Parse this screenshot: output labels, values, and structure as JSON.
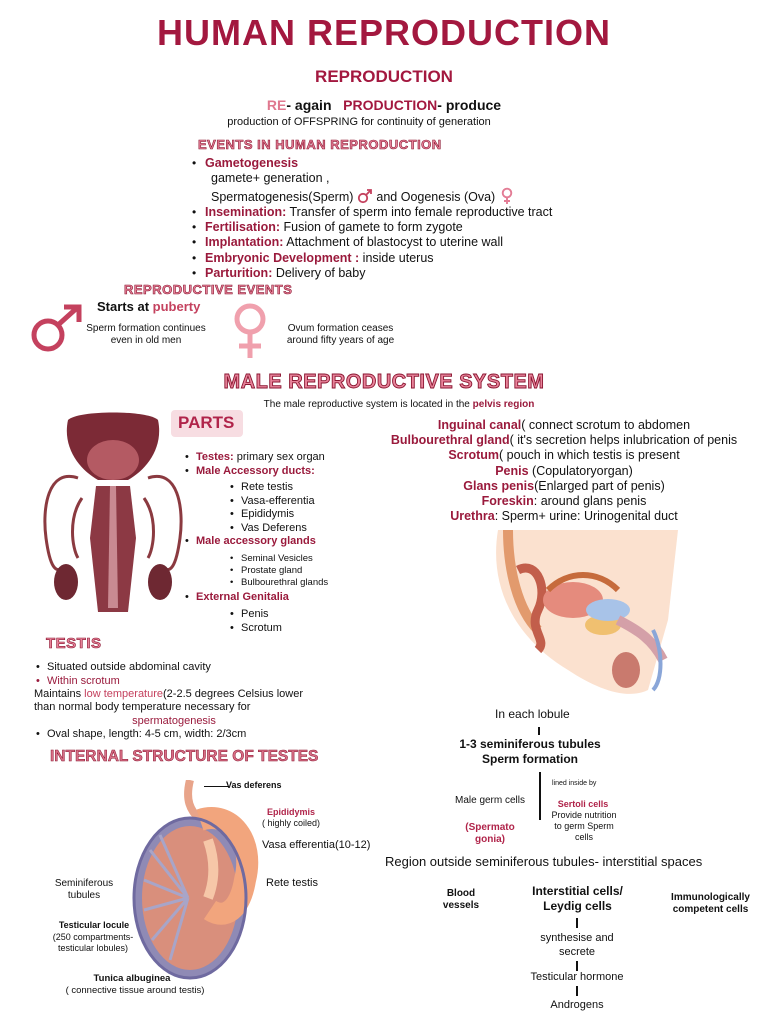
{
  "title": "HUMAN REPRODUCTION",
  "reproduction": {
    "heading": "REPRODUCTION",
    "re": "RE",
    "re_meaning": "- again",
    "production": "PRODUCTION",
    "production_meaning": "- produce",
    "definition": "production of OFFSPRING for continuity of generation"
  },
  "events": {
    "heading": "EVENTS IN HUMAN REPRODUCTION",
    "gametogenesis": "Gametogenesis",
    "gamete_line": "gamete+ generation ,",
    "sperm_line": "Spermatogenesis(Sperm)",
    "oogenesis_line": "and Oogenesis (Ova)",
    "items": [
      {
        "term": "Insemination:",
        "desc": " Transfer of sperm into female reproductive tract"
      },
      {
        "term": "Fertilisation:",
        "desc": " Fusion of gamete to form zygote"
      },
      {
        "term": "Implantation:",
        "desc": " Attachment of blastocyst to uterine wall"
      },
      {
        "term": "Embryonic Development :",
        "desc": " inside uterus"
      },
      {
        "term": "Parturition:",
        "desc": " Delivery of baby"
      }
    ]
  },
  "repro_events": {
    "heading": "REPRODUCTIVE EVENTS",
    "starts_at": "Starts at",
    "puberty": "puberty",
    "male_note": "Sperm formation continues even in old men",
    "female_note": "Ovum formation ceases around fifty years of age"
  },
  "male_system": {
    "heading": "MALE REPRODUCTIVE SYSTEM",
    "location_text": "The male reproductive system is located in the",
    "location_highlight": "pelvis region",
    "parts_label": "PARTS",
    "testes_term": "Testes:",
    "testes_desc": " primary sex organ",
    "ducts_label": "Male Accessory ducts:",
    "ducts": [
      "Rete testis",
      "Vasa-efferentia",
      "Epididymis",
      "Vas Deferens"
    ],
    "glands_label": "Male accessory glands",
    "glands": [
      "Seminal Vesicles",
      "Prostate gland",
      "Bulbourethral glands"
    ],
    "genitalia_label": "External Genitalia",
    "genitalia": [
      "Penis",
      "Scrotum"
    ]
  },
  "definitions": [
    {
      "term": "Inguinal canal",
      "desc": "( connect scrotum to abdomen"
    },
    {
      "term": "Bulbourethral gland",
      "desc": "( it's secretion helps inlubrication of penis"
    },
    {
      "term": "Scrotum",
      "desc": "( pouch in which testis is present"
    },
    {
      "term": "Penis",
      "desc": " (Copulatoryorgan)"
    },
    {
      "term": "Glans penis",
      "desc": "(Enlarged part of penis)"
    },
    {
      "term": "Foreskin",
      "desc": ":  around glans penis"
    },
    {
      "term": "Urethra",
      "desc": ": Sperm+ urine: Urinogenital duct"
    }
  ],
  "testis": {
    "heading": "TESTIS",
    "item1": "Situated outside abdominal cavity",
    "item2": "Within scrotum",
    "maintains": "Maintains",
    "low_temp": "low temperature",
    "temp_detail": "(2-2.5  degrees  Celsius  lower",
    "temp_line2": "than normal body temperature        necessary for",
    "spermatogenesis": "spermatogenesis",
    "oval": "Oval shape, length: 4-5 cm, width: 2/3cm"
  },
  "internal": {
    "heading": "INTERNAL STRUCTURE OF TESTES",
    "vas_deferens": "Vas deferens",
    "epididymis": "Epididymis",
    "epididymis_note": "( highly coiled)",
    "vasa_efferentia": "Vasa efferentia(10-12)",
    "rete_testis": "Rete testis",
    "seminiferous": "Seminiferous tubules",
    "locule": "Testicular locule",
    "locule_note": "(250 compartments- testicular lobules)",
    "albuginea": "Tunica albuginea",
    "albuginea_note": "( connective tissue around testis)"
  },
  "lobule": {
    "in_each": "In each lobule",
    "tubules": "1-3 seminiferous tubules",
    "sperm_formation": "Sperm formation",
    "lined_inside": "lined inside by",
    "germ_cells": "Male germ cells",
    "spermatogonia": "(Spermato gonia)",
    "sertoli": "Sertoli cells",
    "sertoli_note": "Provide nutrition to germ Sperm cells",
    "outside_region": "Region outside seminiferous tubules- interstitial spaces",
    "blood_vessels": "Blood vessels",
    "leydig": "Interstitial cells/ Leydig cells",
    "immuno": "Immunologically competent cells",
    "synthesise": "synthesise and secrete",
    "hormone": "Testicular hormone",
    "androgens": "Androgens"
  },
  "colors": {
    "maroon": "#9a1a3c",
    "pink": "#e8839a",
    "male_symbol": "#c4415e",
    "female_symbol": "#f0a0ad"
  }
}
